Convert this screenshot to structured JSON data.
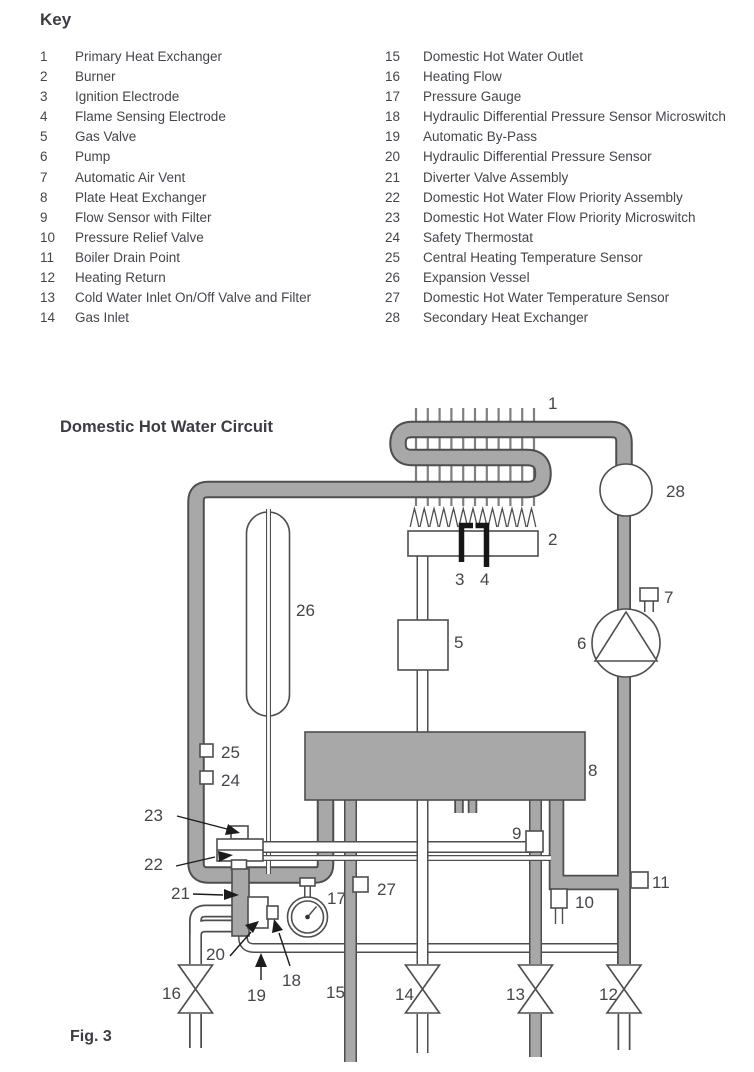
{
  "heading": "Key",
  "diagram_title": "Domestic Hot Water Circuit",
  "figure_caption": "Fig. 3",
  "key_left": [
    {
      "num": "1",
      "label": "Primary Heat Exchanger"
    },
    {
      "num": "2",
      "label": "Burner"
    },
    {
      "num": "3",
      "label": "Ignition Electrode"
    },
    {
      "num": "4",
      "label": "Flame Sensing Electrode"
    },
    {
      "num": "5",
      "label": "Gas Valve"
    },
    {
      "num": "6",
      "label": "Pump"
    },
    {
      "num": "7",
      "label": "Automatic Air Vent"
    },
    {
      "num": "8",
      "label": "Plate Heat Exchanger"
    },
    {
      "num": "9",
      "label": "Flow Sensor with Filter"
    },
    {
      "num": "10",
      "label": "Pressure Relief Valve"
    },
    {
      "num": "11",
      "label": "Boiler Drain Point"
    },
    {
      "num": "12",
      "label": "Heating Return"
    },
    {
      "num": "13",
      "label": "Cold Water Inlet On/Off Valve and Filter"
    },
    {
      "num": "14",
      "label": "Gas Inlet"
    }
  ],
  "key_right": [
    {
      "num": "15",
      "label": "Domestic Hot Water Outlet"
    },
    {
      "num": "16",
      "label": "Heating Flow"
    },
    {
      "num": "17",
      "label": "Pressure Gauge"
    },
    {
      "num": "18",
      "label": "Hydraulic Differential Pressure Sensor Microswitch"
    },
    {
      "num": "19",
      "label": "Automatic By-Pass"
    },
    {
      "num": "20",
      "label": "Hydraulic Differential Pressure Sensor"
    },
    {
      "num": "21",
      "label": "Diverter Valve Assembly"
    },
    {
      "num": "22",
      "label": "Domestic Hot Water Flow Priority Assembly"
    },
    {
      "num": "23",
      "label": "Domestic Hot Water Flow Priority Microswitch"
    },
    {
      "num": "24",
      "label": "Safety Thermostat"
    },
    {
      "num": "25",
      "label": "Central Heating Temperature Sensor"
    },
    {
      "num": "26",
      "label": "Expansion Vessel"
    },
    {
      "num": "27",
      "label": "Domestic Hot Water Temperature Sensor"
    },
    {
      "num": "28",
      "label": "Secondary Heat Exchanger"
    }
  ],
  "callouts": {
    "c1": "1",
    "c2": "2",
    "c3": "3",
    "c4": "4",
    "c5": "5",
    "c6": "6",
    "c7": "7",
    "c8": "8",
    "c9": "9",
    "c10": "10",
    "c11": "11",
    "c12": "12",
    "c13": "13",
    "c14": "14",
    "c15": "15",
    "c16": "16",
    "c17": "17",
    "c18": "18",
    "c19": "19",
    "c20": "20",
    "c21": "21",
    "c22": "22",
    "c23": "23",
    "c24": "24",
    "c25": "25",
    "c26": "26",
    "c27": "27",
    "c28": "28"
  },
  "colors": {
    "pipe_fill": "#a8a8a8",
    "pipe_outline": "#4e4e4e",
    "text": "#45454d",
    "ink": "#1c1c1c"
  }
}
